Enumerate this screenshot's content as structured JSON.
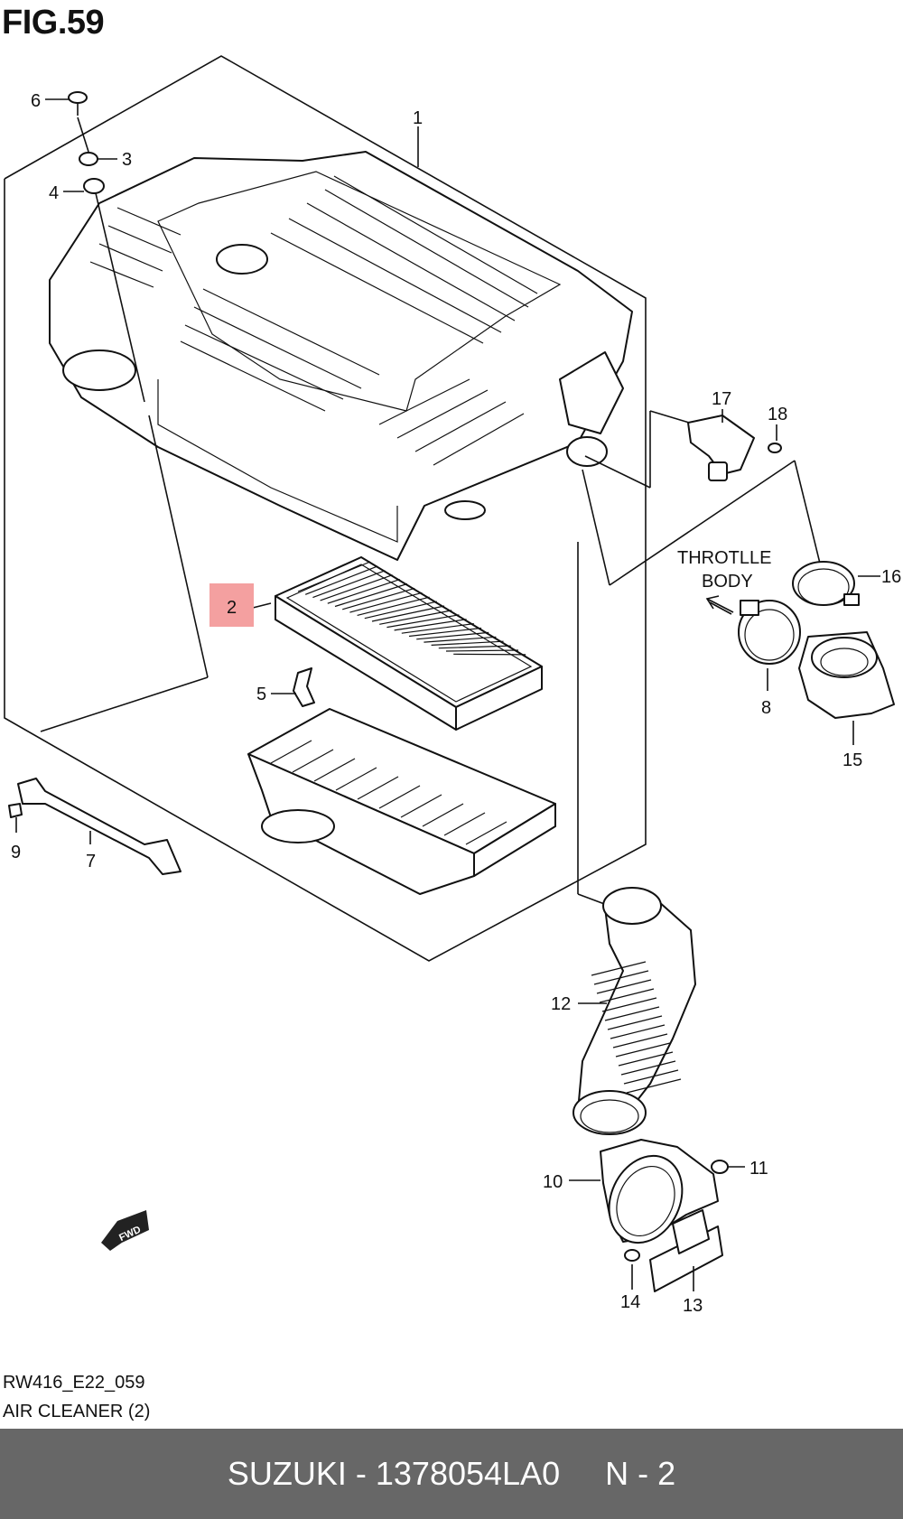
{
  "figure": {
    "title": "FIG.59"
  },
  "callouts": {
    "c1": "1",
    "c2": "2",
    "c3": "3",
    "c4": "4",
    "c5": "5",
    "c6": "6",
    "c7": "7",
    "c8": "8",
    "c9": "9",
    "c10": "10",
    "c11": "11",
    "c12": "12",
    "c13": "13",
    "c14": "14",
    "c15": "15",
    "c16": "16",
    "c17": "17",
    "c18": "18"
  },
  "annotations": {
    "throttle_line1": "THROTLLE",
    "throttle_line2": "BODY",
    "fwd": "FWD"
  },
  "highlight": {
    "part": "2",
    "color": "#f4a0a0"
  },
  "caption": {
    "code": "RW416_E22_059",
    "name": "AIR CLEANER (2)"
  },
  "footer": {
    "text": "SUZUKI - 1378054LA0     N - 2",
    "background": "#676767"
  }
}
